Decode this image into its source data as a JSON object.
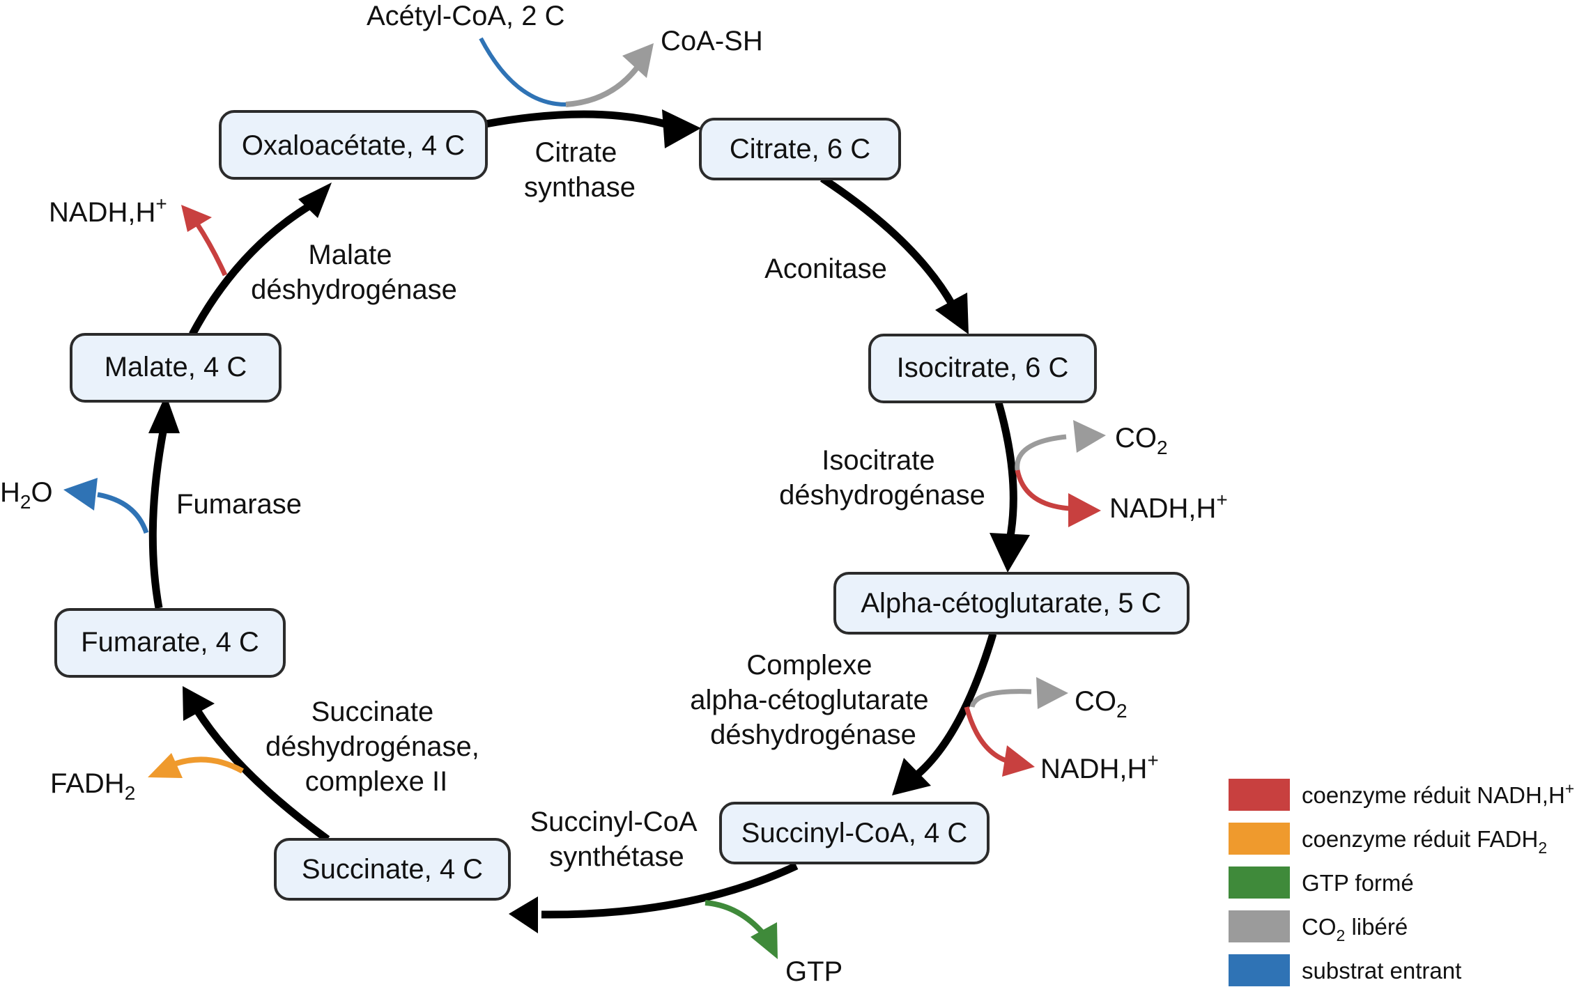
{
  "colors": {
    "nadh": "#c8403f",
    "fadh": "#ef9a2d",
    "gtp": "#3f8a3a",
    "co2": "#9b9b9b",
    "substrate": "#2f73b5",
    "node_fill": "#eaf2fb",
    "node_stroke": "#2b2b2b",
    "cycle": "#000000"
  },
  "nodes": {
    "oxaloacetate": "Oxaloacétate, 4 C",
    "citrate": "Citrate, 6 C",
    "isocitrate": "Isocitrate, 6 C",
    "alpha_ketoglutarate": "Alpha-cétoglutarate, 5 C",
    "succinyl_coa": "Succinyl-CoA, 4 C",
    "succinate": "Succinate, 4 C",
    "fumarate": "Fumarate, 4 C",
    "malate": "Malate, 4 C"
  },
  "enzymes": {
    "citrate_synthase": [
      "Citrate",
      "synthase"
    ],
    "aconitase": [
      "Aconitase"
    ],
    "isocitrate_dh": [
      "Isocitrate",
      "déshydrogénase"
    ],
    "akg_dh": [
      "Complexe",
      "alpha-cétoglutarate",
      "déshydrogénase"
    ],
    "succinyl_coa_synthetase": [
      "Succinyl-CoA",
      "synthétase"
    ],
    "succinate_dh": [
      "Succinate",
      "déshydrogénase,",
      "complexe II"
    ],
    "fumarase": [
      "Fumarase"
    ],
    "malate_dh": [
      "Malate",
      "déshydrogénase"
    ]
  },
  "molecules": {
    "acetyl_coa": "Acétyl-CoA, 2 C",
    "coa_sh": "CoA-SH",
    "co2_base": "CO",
    "co2_sub": "2",
    "nadh_base": "NADH,H",
    "nadh_sup": "+",
    "fadh_base": "FADH",
    "fadh_sub": "2",
    "h2o_h": "H",
    "h2o_sub": "2",
    "h2o_o": "O",
    "gtp": "GTP"
  },
  "legend": [
    {
      "color_key": "nadh",
      "text": "coenzyme réduit NADH,H",
      "sup": "+",
      "sub": "",
      "tail": ""
    },
    {
      "color_key": "fadh",
      "text": "coenzyme réduit FADH",
      "sup": "",
      "sub": "2",
      "tail": ""
    },
    {
      "color_key": "gtp",
      "text": "GTP formé",
      "sup": "",
      "sub": "",
      "tail": ""
    },
    {
      "color_key": "co2",
      "text": "CO",
      "sup": "",
      "sub": "2",
      "tail": " libéré"
    },
    {
      "color_key": "substrate",
      "text": "substrat entrant",
      "sup": "",
      "sub": "",
      "tail": ""
    }
  ]
}
